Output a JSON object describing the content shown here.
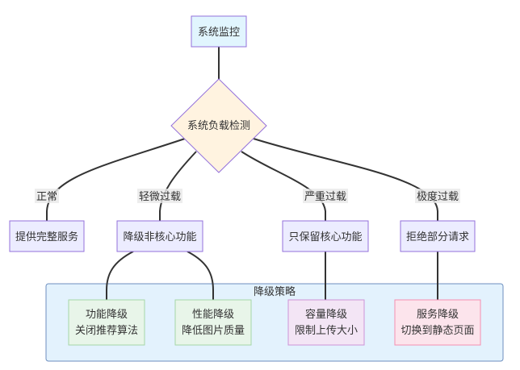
{
  "nodes": {
    "monitor": {
      "label": "系统监控"
    },
    "detect": {
      "label": "系统负载检测"
    },
    "full_service": {
      "label": "提供完整服务"
    },
    "degrade_noncore": {
      "label": "降级非核心功能"
    },
    "keep_core": {
      "label": "只保留核心功能"
    },
    "reject_partial": {
      "label": "拒绝部分请求"
    }
  },
  "edge_labels": {
    "normal": "正常",
    "light_overload": "轻微过载",
    "heavy_overload": "严重过载",
    "extreme_overload": "极度过载"
  },
  "cluster": {
    "title": "降级策略",
    "items": {
      "feature": {
        "line1": "功能降级",
        "line2": "关闭推荐算法"
      },
      "performance": {
        "line1": "性能降级",
        "line2": "降低图片质量"
      },
      "capacity": {
        "line1": "容量降级",
        "line2": "限制上传大小"
      },
      "service": {
        "line1": "服务降级",
        "line2": "切换到静态页面"
      }
    }
  },
  "colors": {
    "main_node_fill": "#ECECFF",
    "main_node_stroke": "#9370DB",
    "monitor_fill": "#E1F5FE",
    "monitor_stroke": "#9370DB",
    "decision_fill": "#FFF3E0",
    "cluster_fill": "#E3F2FD",
    "cluster_stroke": "#6C8EBF",
    "feature_fill": "#E8F5E9",
    "feature_stroke": "#A5D6A7",
    "performance_fill": "#E8F5E9",
    "performance_stroke": "#A5D6A7",
    "capacity_fill": "#F3E5F5",
    "capacity_stroke": "#CE93D8",
    "service_fill": "#FCE4EC",
    "service_stroke": "#F48FB1",
    "edge_color": "#333333",
    "edge_label_bg": "#E8E8E8"
  }
}
